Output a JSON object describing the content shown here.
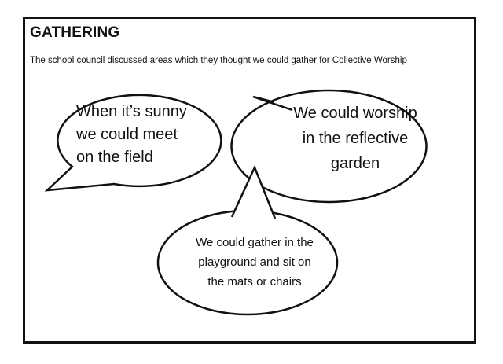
{
  "header": {
    "title": "GATHERING",
    "subtitle": "The school council discussed areas which they thought we could gather for Collective Worship"
  },
  "bubbles": [
    {
      "lines": [
        "When it’s sunny",
        "we could meet",
        "on the field"
      ]
    },
    {
      "lines": [
        "We could worship",
        "in the reflective",
        "garden"
      ]
    },
    {
      "lines": [
        "We could gather in the",
        "playground and sit on",
        "the mats or chairs"
      ]
    }
  ],
  "colors": {
    "ink": "#111111",
    "background": "#ffffff"
  }
}
